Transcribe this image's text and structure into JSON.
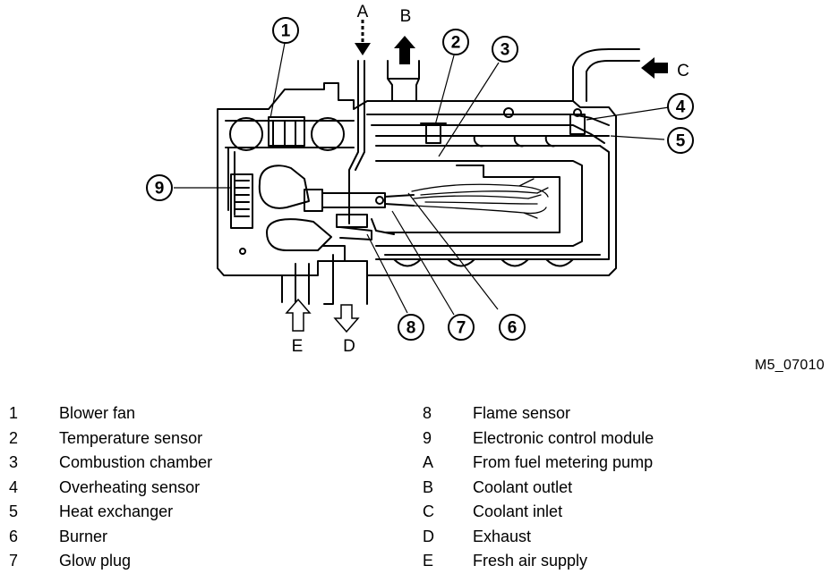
{
  "figure_code": "M5_07010",
  "callouts": [
    "1",
    "2",
    "3",
    "4",
    "5",
    "6",
    "7",
    "8",
    "9"
  ],
  "flow_letters": [
    "A",
    "B",
    "C",
    "D",
    "E"
  ],
  "legend": {
    "left": [
      {
        "key": "1",
        "label": "Blower fan"
      },
      {
        "key": "2",
        "label": "Temperature sensor"
      },
      {
        "key": "3",
        "label": "Combustion chamber"
      },
      {
        "key": "4",
        "label": "Overheating sensor"
      },
      {
        "key": "5",
        "label": "Heat exchanger"
      },
      {
        "key": "6",
        "label": "Burner"
      },
      {
        "key": "7",
        "label": "Glow plug"
      }
    ],
    "right": [
      {
        "key": "8",
        "label": "Flame sensor"
      },
      {
        "key": "9",
        "label": "Electronic control module"
      },
      {
        "key": "A",
        "label": "From fuel metering pump"
      },
      {
        "key": "B",
        "label": "Coolant outlet"
      },
      {
        "key": "C",
        "label": "Coolant inlet"
      },
      {
        "key": "D",
        "label": "Exhaust"
      },
      {
        "key": "E",
        "label": "Fresh air supply"
      }
    ]
  }
}
